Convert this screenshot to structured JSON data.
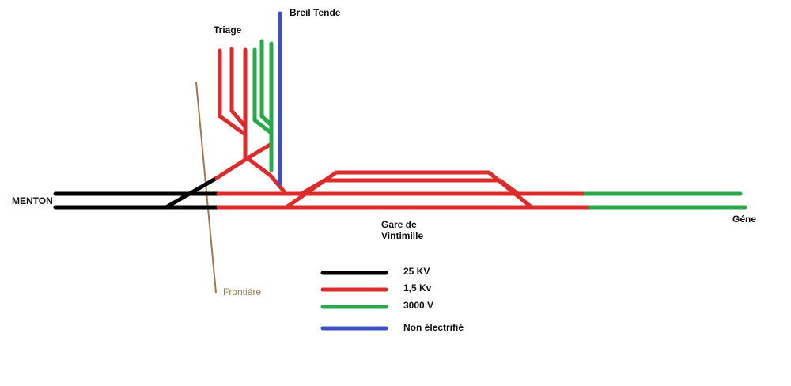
{
  "labels": {
    "menton": "MENTON",
    "triage": "Triage",
    "breil_tende": "Breil Tende",
    "gare_line1": "Gare de",
    "gare_line2": "Vintimille",
    "gene": "Géne",
    "frontiere": "Frontiére"
  },
  "legend": [
    {
      "label": "25 KV",
      "color": "#000000"
    },
    {
      "label": "1,5 Kv",
      "color": "#dd2a2a"
    },
    {
      "label": "3000 V",
      "color": "#2aa84a"
    },
    {
      "label": "Non électrifié",
      "color": "#3f4fc0"
    }
  ],
  "colors": {
    "kv25": "#000000",
    "kv1_5": "#dd2a2a",
    "v3000": "#2aa84a",
    "non_electrified": "#3f4fc0",
    "border": "#a07850"
  }
}
